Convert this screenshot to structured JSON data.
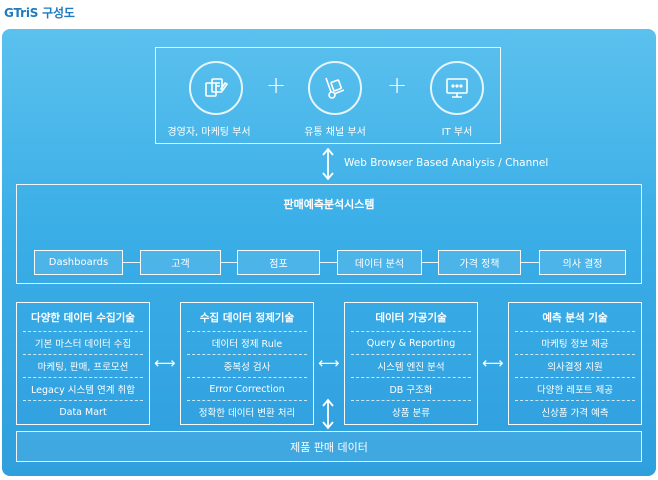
{
  "title": "GTriS 구성도",
  "departments": [
    {
      "label": "경영자, 마케팅 부서",
      "icon": "documents-icon"
    },
    {
      "label": "유통 채널 부서",
      "icon": "hand-truck-icon"
    },
    {
      "label": "IT 부서",
      "icon": "monitor-icon"
    }
  ],
  "plus": "+",
  "channel_label": "Web Browser Based Analysis / Channel",
  "system": {
    "title": "판매예측분석시스템",
    "categories": [
      "Dashboards",
      "고객",
      "점포",
      "데이터 분석",
      "가격 정책",
      "의사 결정"
    ]
  },
  "columns": [
    {
      "title": "다양한 데이터 수집기술",
      "items": [
        "기본 마스터 데이터 수집",
        "마케팅, 판매, 프로모션",
        "Legacy 시스템 연계 취합",
        "Data Mart"
      ]
    },
    {
      "title": "수집 데이터 정제기술",
      "items": [
        "데이터 정제 Rule",
        "중복성 검사",
        "Error Correction",
        "정확한 데이터 변환 처리"
      ]
    },
    {
      "title": "데이터 가공기술",
      "items": [
        "Query & Reporting",
        "시스템 엔진 분석",
        "DB 구조화",
        "상품 분류"
      ]
    },
    {
      "title": "예측 분석 기술",
      "items": [
        "마케팅 정보 제공",
        "의사결정 지원",
        "다양한 레포트 제공",
        "신상품 가격 예측"
      ]
    }
  ],
  "bottom": {
    "label": "제품 판매 데이터"
  },
  "colors": {
    "title": "#1f7bc0",
    "panel_top": "#5bc1ee",
    "panel_bottom": "#2f9fde",
    "line": "#ffffff"
  }
}
